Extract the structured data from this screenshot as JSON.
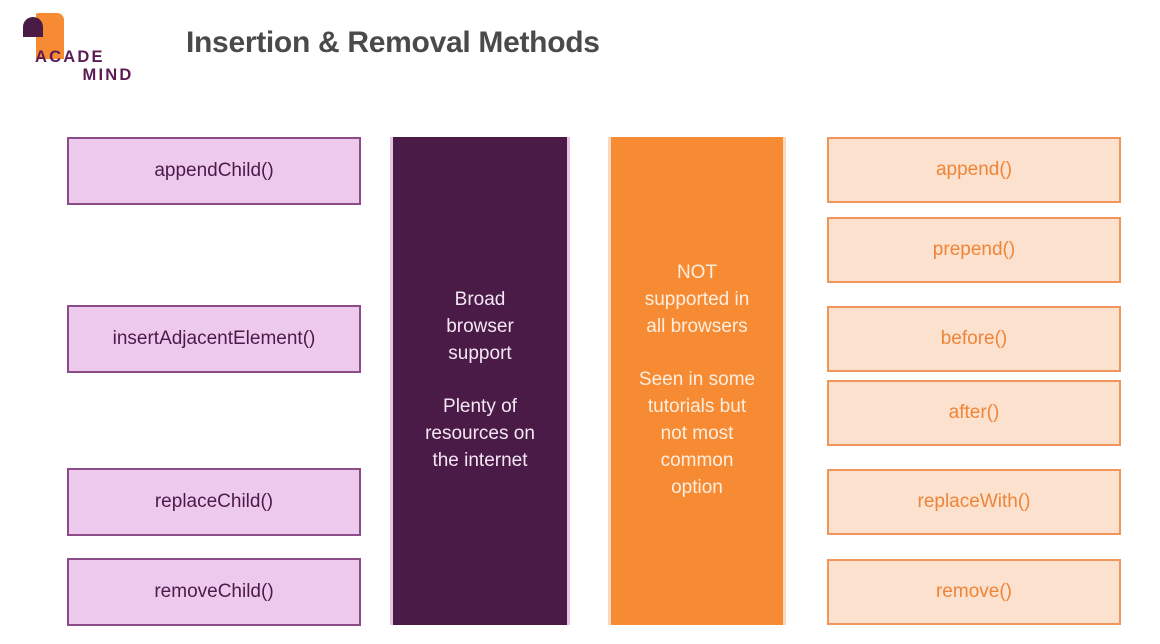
{
  "header": {
    "logo": {
      "name": "academind-logo",
      "line1": "ACADE",
      "line2": "MIND",
      "flag_color": "#F68B33",
      "text_color": "#5B1C56"
    },
    "title": "Insertion & Removal Methods",
    "title_color": "#4a4a4a"
  },
  "colors": {
    "purple_dark": "#4B1B48",
    "purple_light_fill": "#EEC9EE",
    "purple_border": "#8C4C88",
    "orange": "#F68B33",
    "orange_light_fill": "#FBE1CE",
    "orange_border": "#F0965A",
    "orange_text": "#F08437",
    "background": "#ffffff"
  },
  "columns": {
    "legacy_methods": {
      "name": "legacy-methods-column",
      "items": [
        {
          "label": "appendChild()"
        },
        {
          "label": "insertAdjacentElement()"
        },
        {
          "label": "replaceChild()"
        },
        {
          "label": "removeChild()"
        }
      ]
    },
    "legacy_notes": {
      "name": "legacy-notes-column",
      "fill": "#4B1B48",
      "text_color": "#F3E7F2",
      "paragraphs": [
        "Broad\nbrowser\nsupport",
        "Plenty of\nresources on\nthe internet"
      ],
      "p1_line1": "Broad",
      "p1_line2": "browser",
      "p1_line3": "support",
      "p2_line1": "Plenty of",
      "p2_line2": "resources on",
      "p2_line3": "the internet"
    },
    "modern_notes": {
      "name": "modern-notes-column",
      "fill": "#F68B33",
      "text_color": "#FDEEE0",
      "paragraphs": [
        "NOT\nsupported in\nall browsers",
        "Seen in some\ntutorials but\nnot most\ncommon\noption"
      ],
      "p1_line1": "NOT",
      "p1_line2": "supported in",
      "p1_line3": "all browsers",
      "p2_line1": "Seen in some",
      "p2_line2": "tutorials but",
      "p2_line3": "not most",
      "p2_line4": "common",
      "p2_line5": "option"
    },
    "modern_methods": {
      "name": "modern-methods-column",
      "items": [
        {
          "label": "append()"
        },
        {
          "label": "prepend()"
        },
        {
          "label": "before()"
        },
        {
          "label": "after()"
        },
        {
          "label": "replaceWith()"
        },
        {
          "label": "remove()"
        }
      ]
    }
  }
}
